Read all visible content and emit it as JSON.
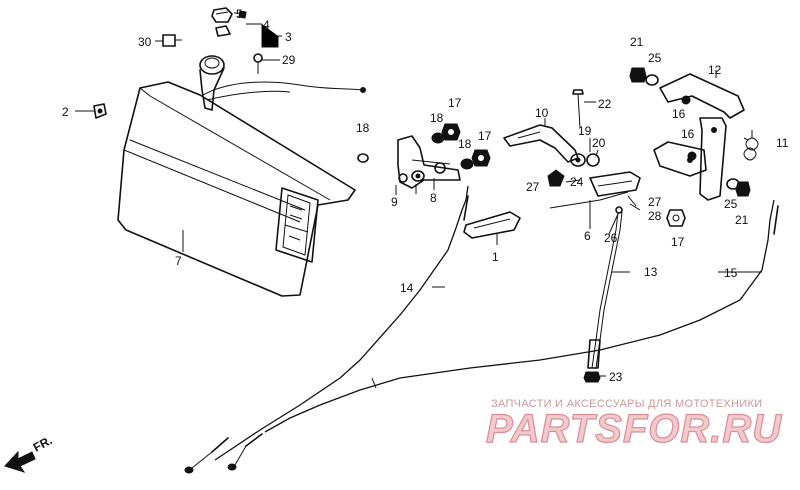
{
  "callouts": {
    "c1": "1",
    "c2": "2",
    "c3": "3",
    "c4": "4",
    "c5": "5",
    "c6": "6",
    "c7": "7",
    "c8": "8",
    "c9": "9",
    "c10": "10",
    "c11": "11",
    "c12": "12",
    "c13": "13",
    "c14": "14",
    "c15": "15",
    "c16a": "16",
    "c16b": "16",
    "c17a": "17",
    "c17b": "17",
    "c17c": "17",
    "c18a": "18",
    "c18b": "18",
    "c18c": "18",
    "c19": "19",
    "c20": "20",
    "c21a": "21",
    "c21b": "21",
    "c22": "22",
    "c23": "23",
    "c24": "24",
    "c25a": "25",
    "c25b": "25",
    "c26": "26",
    "c27a": "27",
    "c27b": "27",
    "c28": "28",
    "c29": "29",
    "c30": "30"
  },
  "orientation": {
    "label": "FR."
  },
  "watermark": {
    "tagline": "ЗАПЧАСТИ И АКСЕССУАРЫ ДЛЯ МОТОТЕХНИКИ",
    "logo": "PARTSFOR.RU"
  }
}
